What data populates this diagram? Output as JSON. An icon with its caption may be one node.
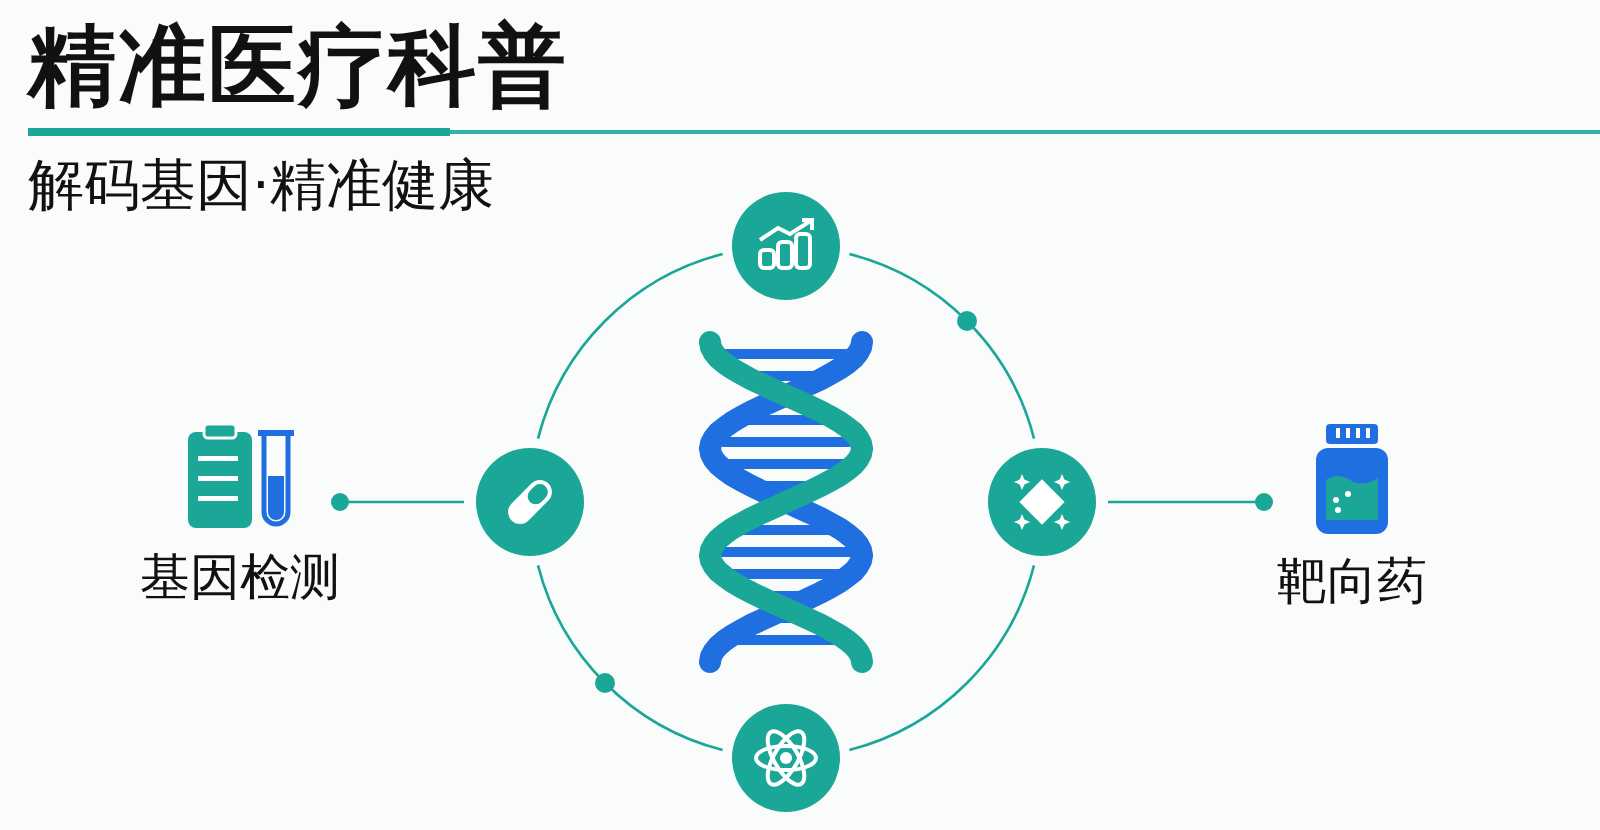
{
  "diagram": {
    "title": "精准医疗科普",
    "nodes": [
      {
        "text": [
          "基因检测"
        ]
      },
      {
        "text": [],
        "shape": "circle"
      },
      {
        "text": [],
        "shape": "circle"
      },
      {
        "text": [],
        "shape": "circle"
      },
      {
        "text": [],
        "shape": "circle"
      },
      {
        "text": [],
        "shape": "picture"
      },
      {
        "text": [
          "靶向药"
        ]
      }
    ],
    "edges": [
      {
        "from": 0,
        "to": 1,
        "arrow": "other"
      },
      {
        "from": 1,
        "to": 2,
        "arrow": "none"
      },
      {
        "from": 2,
        "to": 3,
        "arrow": "none"
      },
      {
        "from": 3,
        "to": 4,
        "arrow": "none"
      },
      {
        "from": 4,
        "to": 1,
        "arrow": "none"
      },
      {
        "from": 6,
        "to": 3,
        "arrow": "other"
      }
    ],
    "labels": [
      "解码基因·精准健康"
    ]
  }
}
